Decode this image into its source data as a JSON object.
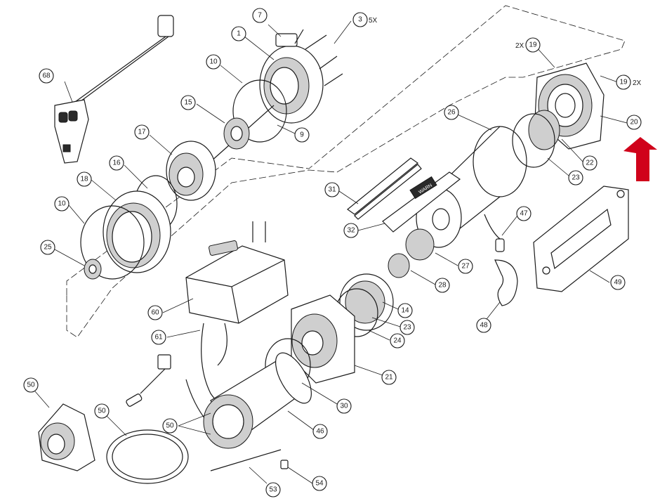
{
  "parts": {
    "p1": "1",
    "p3": "3",
    "p7": "7",
    "p9": "9",
    "p10a": "10",
    "p10b": "10",
    "p14": "14",
    "p15": "15",
    "p16": "16",
    "p17": "17",
    "p18": "18",
    "p19a": "19",
    "p19b": "19",
    "p20": "20",
    "p21": "21",
    "p22": "22",
    "p23a": "23",
    "p23b": "23",
    "p24": "24",
    "p25": "25",
    "p26": "26",
    "p27": "27",
    "p28": "28",
    "p30": "30",
    "p31": "31",
    "p32": "32",
    "p46": "46",
    "p47": "47",
    "p48": "48",
    "p49": "49",
    "p50a": "50",
    "p50b": "50",
    "p50c": "50",
    "p53": "53",
    "p54": "54",
    "p60": "60",
    "p61": "61",
    "p68": "68"
  },
  "qty": {
    "q3": "5X",
    "q19a": "2X",
    "q19b": "2X"
  },
  "logo": "WARN",
  "colors": {
    "line": "#1a1a1a",
    "arrow": "#d0021b"
  }
}
